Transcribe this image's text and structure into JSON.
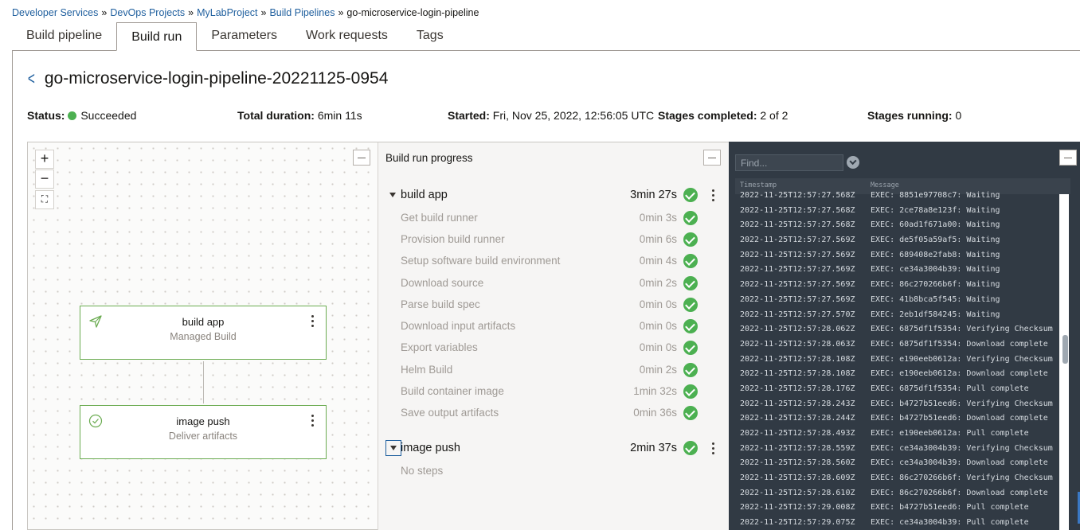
{
  "breadcrumb": {
    "items": [
      "Developer Services",
      "DevOps Projects",
      "MyLabProject",
      "Build Pipelines"
    ],
    "separator": "»",
    "current": "go-microservice-login-pipeline"
  },
  "tabs": [
    "Build pipeline",
    "Build run",
    "Parameters",
    "Work requests",
    "Tags"
  ],
  "active_tab": "Build run",
  "page_title": "go-microservice-login-pipeline-20221125-0954",
  "status": {
    "status_label": "Status:",
    "status_value": "Succeeded",
    "duration_label": "Total duration:",
    "duration_value": "6min 11s",
    "started_label": "Started:",
    "started_value": "Fri, Nov 25, 2022, 12:56:05 UTC",
    "stages_completed_label": "Stages completed:",
    "stages_completed_value": "2 of 2",
    "stages_running_label": "Stages running:",
    "stages_running_value": "0",
    "success_color": "#4cb051"
  },
  "canvas": {
    "zoom_in": "+",
    "zoom_out": "−",
    "fit": "⛶",
    "nodes": [
      {
        "title": "build app",
        "subtitle": "Managed Build",
        "icon": "send-icon"
      },
      {
        "title": "image push",
        "subtitle": "Deliver artifacts",
        "icon": "check-circle-icon"
      }
    ]
  },
  "progress": {
    "title": "Build run progress",
    "stages": [
      {
        "name": "build app",
        "duration": "3min 27s",
        "steps": [
          {
            "name": "Get build runner",
            "duration": "0min 3s"
          },
          {
            "name": "Provision build runner",
            "duration": "0min 6s"
          },
          {
            "name": "Setup software build environment",
            "duration": "0min 4s"
          },
          {
            "name": "Download source",
            "duration": "0min 2s"
          },
          {
            "name": "Parse build spec",
            "duration": "0min 0s"
          },
          {
            "name": "Download input artifacts",
            "duration": "0min 0s"
          },
          {
            "name": "Export variables",
            "duration": "0min 0s"
          },
          {
            "name": "Helm Build",
            "duration": "0min 2s"
          },
          {
            "name": "Build container image",
            "duration": "1min 32s"
          },
          {
            "name": "Save output artifacts",
            "duration": "0min 36s"
          }
        ]
      },
      {
        "name": "image push",
        "duration": "2min 37s",
        "empty": "No steps"
      }
    ]
  },
  "logs": {
    "find_placeholder": "Find...",
    "col_timestamp": "Timestamp",
    "col_message": "Message",
    "lines": [
      {
        "ts": "2022-11-25T12:57:27.568Z",
        "msg": "EXEC: 8851e97708c7: Waiting"
      },
      {
        "ts": "2022-11-25T12:57:27.568Z",
        "msg": "EXEC: 2ce78a8e123f: Waiting"
      },
      {
        "ts": "2022-11-25T12:57:27.568Z",
        "msg": "EXEC: 60ad1f671a00: Waiting"
      },
      {
        "ts": "2022-11-25T12:57:27.569Z",
        "msg": "EXEC: de5f05a59af5: Waiting"
      },
      {
        "ts": "2022-11-25T12:57:27.569Z",
        "msg": "EXEC: 689408e2fab8: Waiting"
      },
      {
        "ts": "2022-11-25T12:57:27.569Z",
        "msg": "EXEC: ce34a3004b39: Waiting"
      },
      {
        "ts": "2022-11-25T12:57:27.569Z",
        "msg": "EXEC: 86c270266b6f: Waiting"
      },
      {
        "ts": "2022-11-25T12:57:27.569Z",
        "msg": "EXEC: 41b8bca5f545: Waiting"
      },
      {
        "ts": "2022-11-25T12:57:27.570Z",
        "msg": "EXEC: 2eb1df584245: Waiting"
      },
      {
        "ts": "2022-11-25T12:57:28.062Z",
        "msg": "EXEC: 6875df1f5354: Verifying Checksum"
      },
      {
        "ts": "2022-11-25T12:57:28.063Z",
        "msg": "EXEC: 6875df1f5354: Download complete"
      },
      {
        "ts": "2022-11-25T12:57:28.108Z",
        "msg": "EXEC: e190eeb0612a: Verifying Checksum"
      },
      {
        "ts": "2022-11-25T12:57:28.108Z",
        "msg": "EXEC: e190eeb0612a: Download complete"
      },
      {
        "ts": "2022-11-25T12:57:28.176Z",
        "msg": "EXEC: 6875df1f5354: Pull complete"
      },
      {
        "ts": "2022-11-25T12:57:28.243Z",
        "msg": "EXEC: b4727b51eed6: Verifying Checksum"
      },
      {
        "ts": "2022-11-25T12:57:28.244Z",
        "msg": "EXEC: b4727b51eed6: Download complete"
      },
      {
        "ts": "2022-11-25T12:57:28.493Z",
        "msg": "EXEC: e190eeb0612a: Pull complete"
      },
      {
        "ts": "2022-11-25T12:57:28.559Z",
        "msg": "EXEC: ce34a3004b39: Verifying Checksum"
      },
      {
        "ts": "2022-11-25T12:57:28.560Z",
        "msg": "EXEC: ce34a3004b39: Download complete"
      },
      {
        "ts": "2022-11-25T12:57:28.609Z",
        "msg": "EXEC: 86c270266b6f: Verifying Checksum"
      },
      {
        "ts": "2022-11-25T12:57:28.610Z",
        "msg": "EXEC: 86c270266b6f: Download complete"
      },
      {
        "ts": "2022-11-25T12:57:29.008Z",
        "msg": "EXEC: b4727b51eed6: Pull complete"
      },
      {
        "ts": "2022-11-25T12:57:29.075Z",
        "msg": "EXEC: ce34a3004b39: Pull complete"
      }
    ]
  }
}
